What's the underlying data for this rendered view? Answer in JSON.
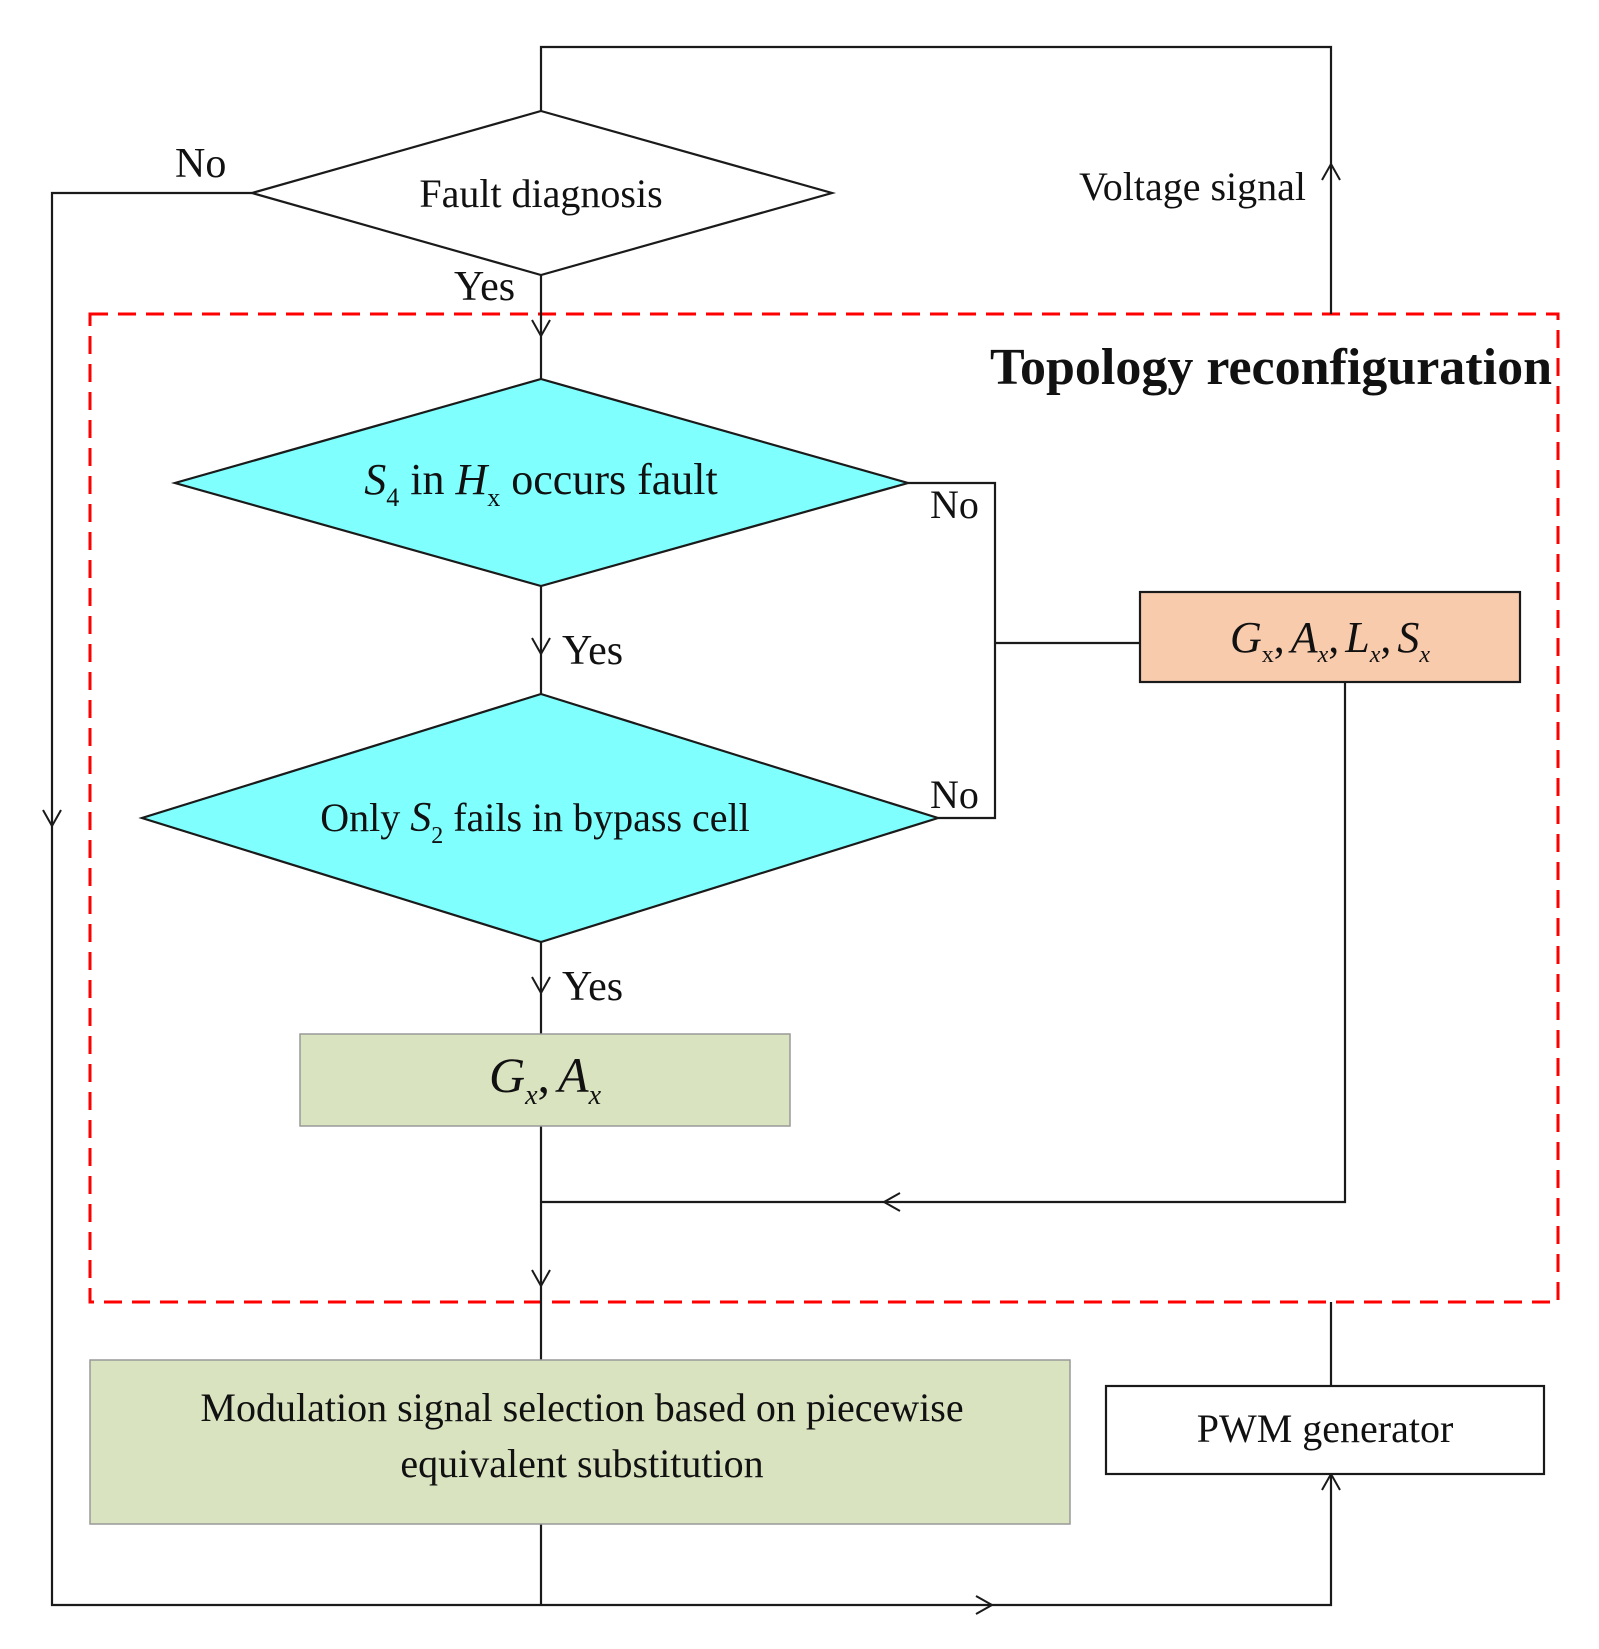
{
  "colors": {
    "cyan": "#80FFFF",
    "peach": "#F8CBAD",
    "green": "#D9E3C0",
    "dashed_border": "#FF0000",
    "line": "#1A1A1A"
  },
  "labels": {
    "fault_diagnosis": "Fault diagnosis",
    "voltage_signal": "Voltage signal",
    "no_top": "No",
    "yes_top": "Yes",
    "topology_title": "Topology reconfiguration",
    "no_s4": "No",
    "yes_s4": "Yes",
    "no_s2": "No",
    "yes_s2": "Yes",
    "modulation_line1": "Modulation signal selection based on piecewise",
    "modulation_line2": "equivalent substitution",
    "pwm_generator": "PWM generator"
  },
  "math": {
    "s4_decision": {
      "sym1": "S",
      "sub1": "4",
      "word1": " in ",
      "sym2": "H",
      "sub2": "x",
      "word2": " occurs fault"
    },
    "s2_decision": {
      "word1": "Only ",
      "sym": "S",
      "sub": "2",
      "word2": " fails in bypass cell"
    },
    "peach_box": {
      "a": "G",
      "a_sub": "x",
      "b": "A",
      "b_sub": "x",
      "c": "L",
      "c_sub": "x",
      "d": "S",
      "d_sub": "x",
      "sep": ","
    },
    "green_box": {
      "a": "G",
      "a_sub": "x",
      "b": "A",
      "b_sub": "x",
      "sep": ","
    }
  }
}
